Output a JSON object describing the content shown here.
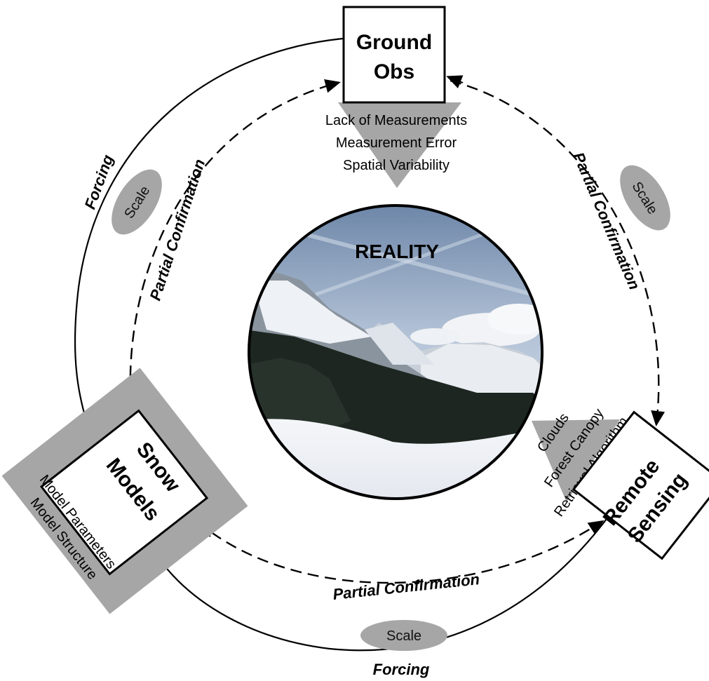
{
  "nodes": {
    "ground_obs": {
      "line1": "Ground",
      "line2": "Obs"
    },
    "snow_models": {
      "line1": "Snow",
      "line2": "Models"
    },
    "remote_sensing": {
      "line1": "Remote",
      "line2": "Sensing"
    },
    "reality": "REALITY"
  },
  "uncertainties": {
    "ground_obs": [
      "Lack of Measurements",
      "Measurement Error",
      "Spatial Variability"
    ],
    "snow_models": [
      "Model Parameters",
      "Model Structure"
    ],
    "remote_sensing": [
      "Clouds",
      "Forest Canopy",
      "Retrieval Algorithm"
    ]
  },
  "links": {
    "forcing_left": "Forcing",
    "forcing_bottom": "Forcing",
    "partial_left": "Partial Confirmation",
    "partial_right": "Partial Confirmation",
    "partial_bottom": "Partial Confirmation"
  },
  "scale_labels": {
    "left": "Scale",
    "right": "Scale",
    "bottom": "Scale"
  },
  "colors": {
    "gray": "#a6a6a6",
    "sky": "#9fb3cc",
    "snow": "#eef1f5",
    "forest": "#1d2620"
  }
}
